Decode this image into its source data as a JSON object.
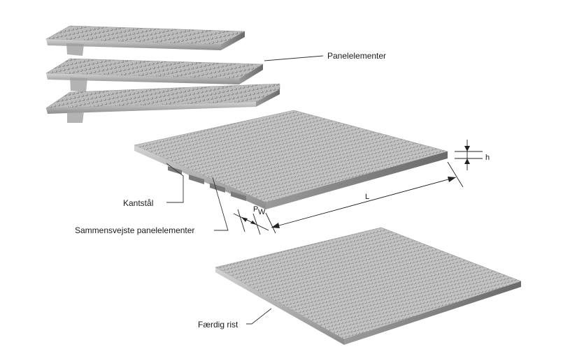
{
  "labels": {
    "panel_elements": "Panelelementer",
    "edge_steel": "Kantstål",
    "welded_panels": "Sammensvejste panelelementer",
    "finished_grating": "Færdig rist"
  },
  "dimensions": {
    "height": "h",
    "length": "L",
    "pitch_main": "P",
    "pitch_sub": "W"
  },
  "colors": {
    "steel_light": "#c9c9c9",
    "steel_mid": "#a9a9a9",
    "steel_dark": "#6e6e6e",
    "edge": "#8a8a8a"
  }
}
